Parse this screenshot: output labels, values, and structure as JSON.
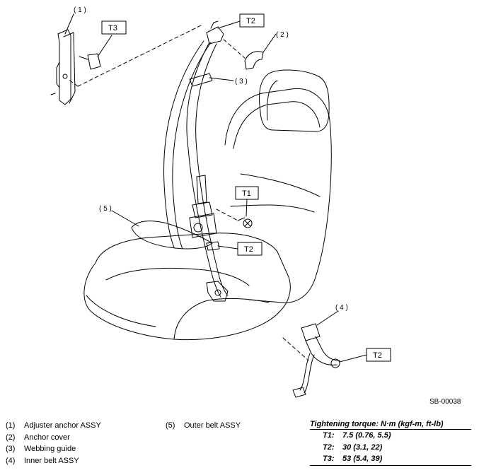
{
  "figure_id": "SB-00038",
  "callouts": {
    "c1": "( 1 )",
    "c2": "( 2 )",
    "c3": "( 3 )",
    "c4": "( 4 )",
    "c5": "( 5 )"
  },
  "torque_boxes": {
    "t3": "T3",
    "t2_top": "T2",
    "t1": "T1",
    "t2_mid": "T2",
    "t2_bottom": "T2"
  },
  "legend": [
    {
      "num": "(1)",
      "label": "Adjuster anchor ASSY"
    },
    {
      "num": "(2)",
      "label": "Anchor cover"
    },
    {
      "num": "(3)",
      "label": "Webbing guide"
    },
    {
      "num": "(4)",
      "label": "Inner belt ASSY"
    },
    {
      "num": "(5)",
      "label": "Outer belt ASSY"
    }
  ],
  "torque_table": {
    "heading": "Tightening torque: N·m (kgf-m, ft-lb)",
    "rows": [
      {
        "key": "T1:",
        "value": "7.5 (0.76, 5.5)"
      },
      {
        "key": "T2:",
        "value": "30 (3.1, 22)"
      },
      {
        "key": "T3:",
        "value": "53 (5.4, 39)"
      }
    ]
  }
}
